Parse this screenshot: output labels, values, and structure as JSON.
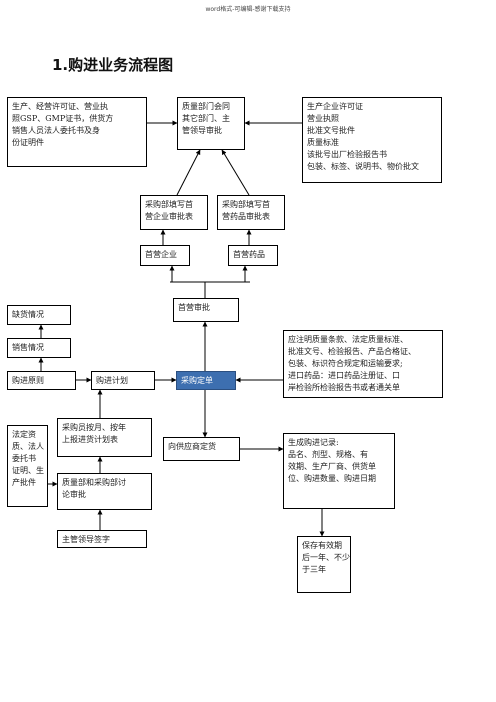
{
  "header": "word格式-可编辑-感谢下载支持",
  "title": "1.购进业务流程图",
  "nodes": {
    "supplier_docs": [
      "生产、经营许可证、营业执",
      "照GSP、GMP证书，供货方",
      "销售人员法人委托书及身",
      "份证明件"
    ],
    "qa_review": [
      "质量部门会同",
      "其它部门、主",
      "管领导审批"
    ],
    "producer_docs": [
      "生产企业许可证",
      "营业执照",
      "批准文号批件",
      "质量标准",
      "该批号出厂检验报告书",
      "包装、标签、说明书、物价批文"
    ],
    "fill_enterprise_form": [
      "采购部填写首",
      "营企业审批表"
    ],
    "fill_drug_form": [
      "采购部填写首",
      "营药品审批表"
    ],
    "first_enterprise": "首营企业",
    "first_drug": "首营药品",
    "first_approval": "首营审批",
    "shortage": "缺货情况",
    "sales_status": "销售情况",
    "purchase_principle": "购进原则",
    "purchase_plan": "购进计划",
    "purchase_order": "采购定单",
    "contract_notes": [
      "应注明质量条款、法定质量标准、",
      "批准文号、检验报告、产品合格证、",
      "包装、标识符合规定和运输要求;",
      "进口药品：进口药品注册证、口",
      "岸检验所检验报告书或者通关单"
    ],
    "plan_report": [
      "采购员按月、按年",
      "上报进货计划表"
    ],
    "legal_docs": [
      "法定资",
      "质、法人",
      "委托书",
      "证明、生",
      "产批件"
    ],
    "qa_discuss": [
      "质量部和采购部讨",
      "论审批"
    ],
    "order_with_supplier": "向供应商定货",
    "purchase_record": [
      "生成购进记录:",
      "品名、剂型、规格、有",
      "效期、生产厂商、供货单",
      "位、购进数量、购进日期"
    ],
    "manager_sign": "主管领导签字",
    "retention": [
      "保存有效期",
      "后一年、不少",
      "于三年"
    ]
  },
  "colors": {
    "order_fill": "#3d6fb0",
    "line": "#000000"
  }
}
